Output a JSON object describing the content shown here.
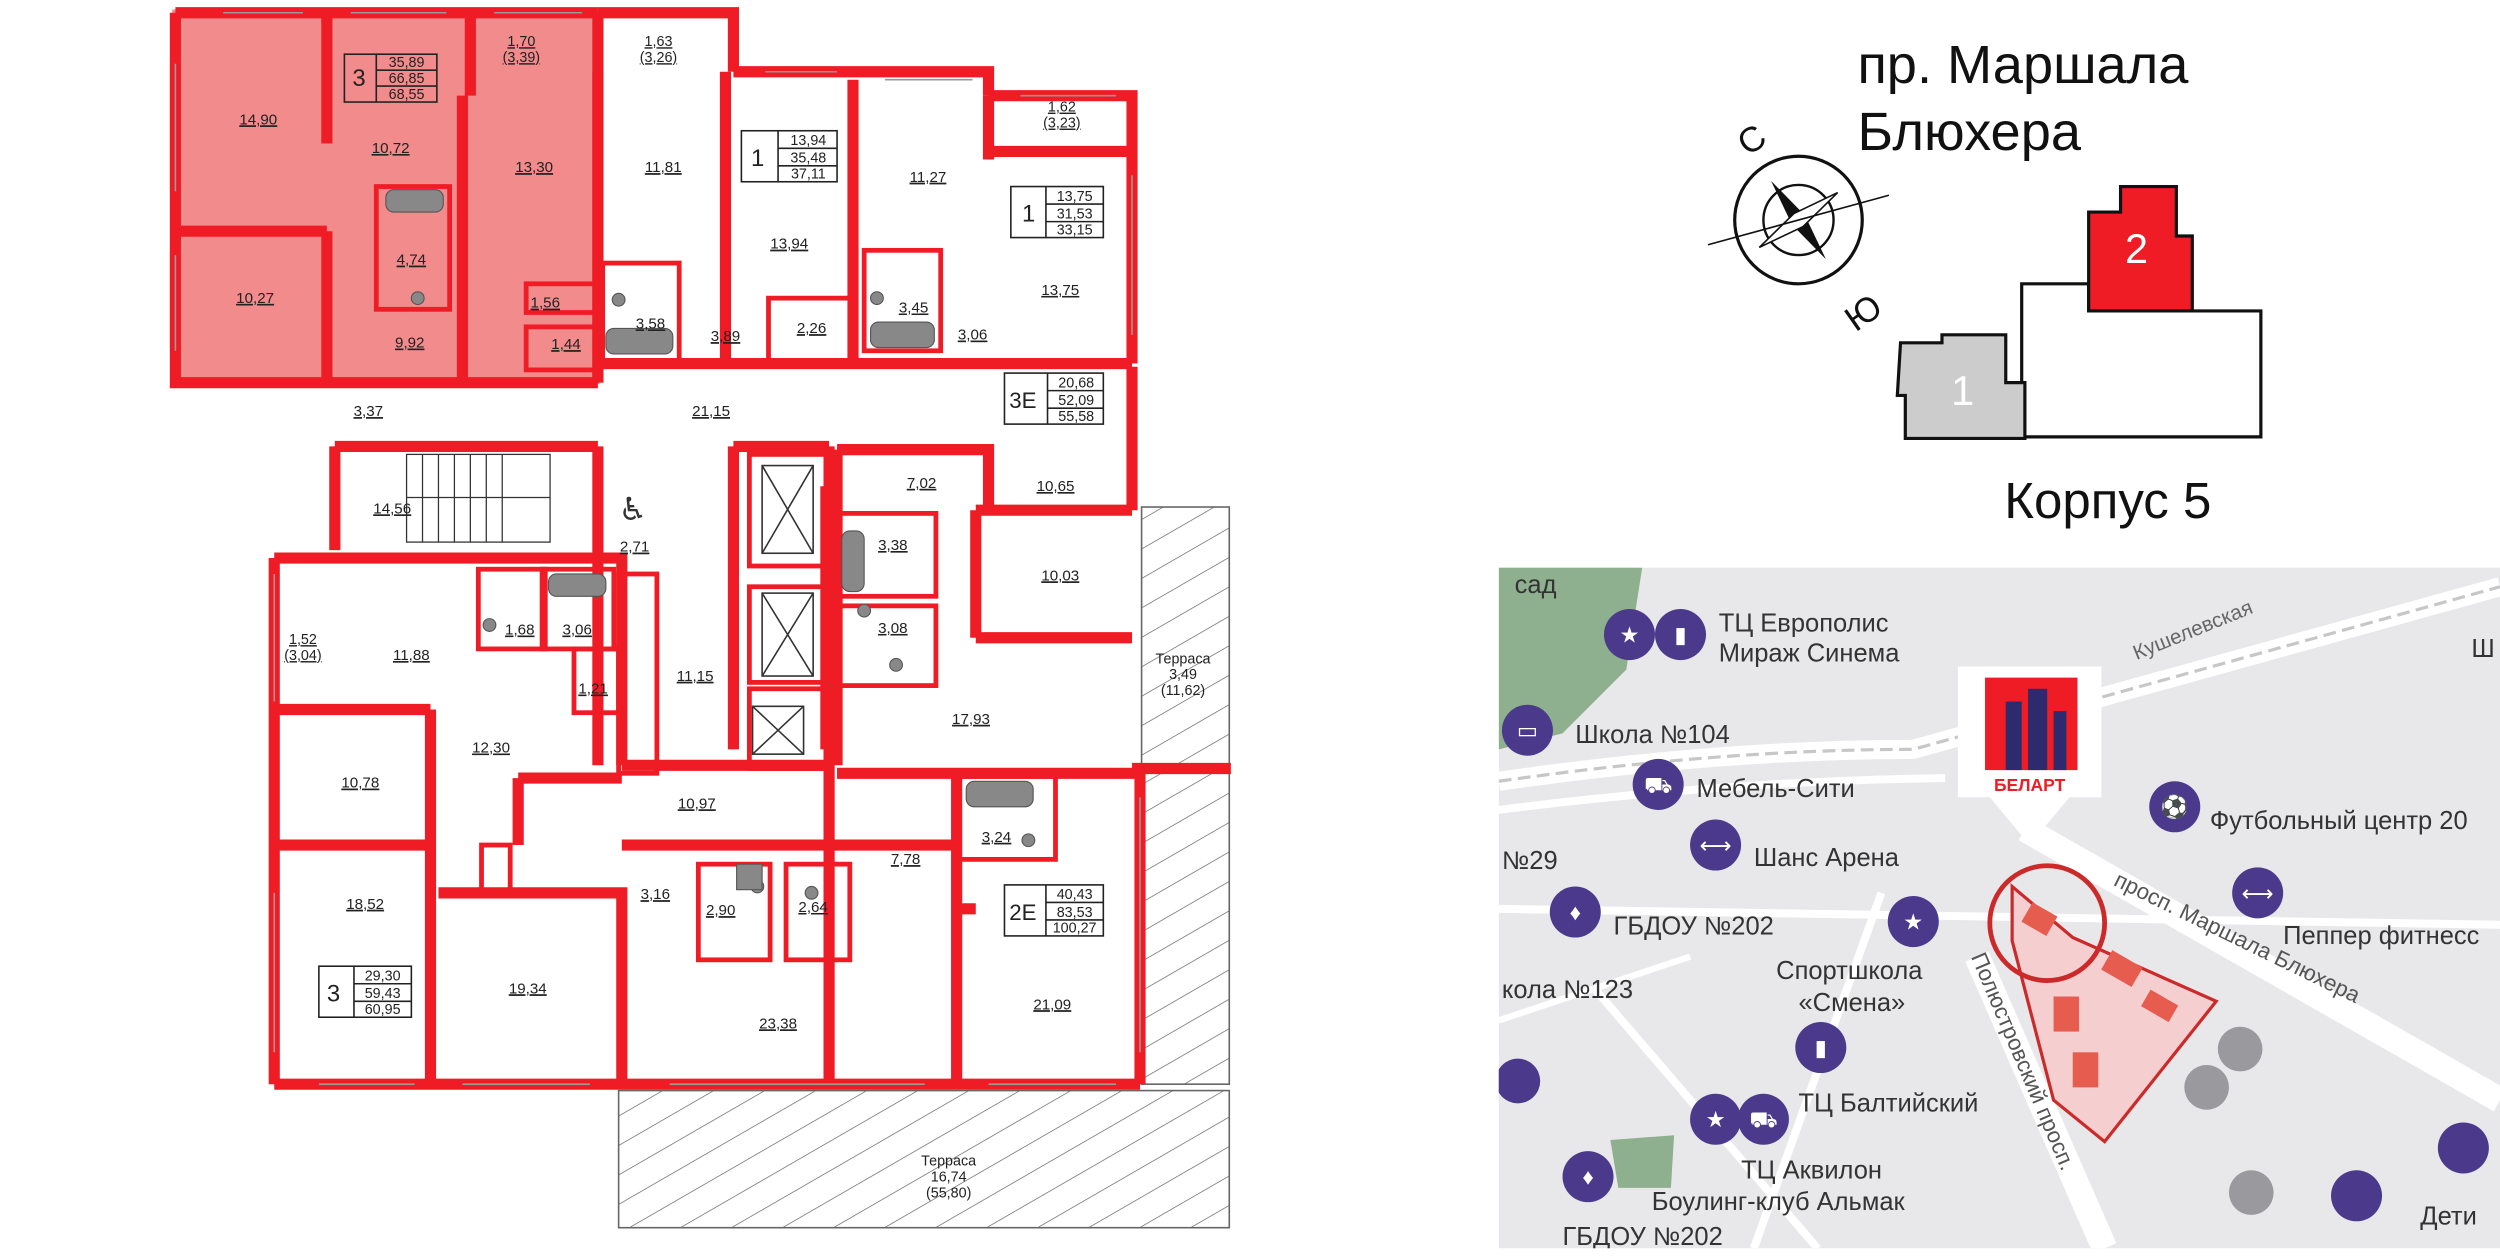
{
  "floor_plan": {
    "rooms": [
      {
        "id": "r1",
        "area": "14,90"
      },
      {
        "id": "r2",
        "area": "10,72"
      },
      {
        "id": "r3",
        "area": "13,30"
      },
      {
        "id": "r4",
        "area": "4,74"
      },
      {
        "id": "r5",
        "area": "10,27"
      },
      {
        "id": "r6",
        "area": "9,92"
      },
      {
        "id": "r7",
        "area": "1,56"
      },
      {
        "id": "r8",
        "area": "1,44"
      },
      {
        "id": "r9",
        "area": "1,70"
      },
      {
        "id": "r10",
        "area": "(3,39)"
      },
      {
        "id": "r11",
        "area": "1,63"
      },
      {
        "id": "r12",
        "area": "(3,26)"
      },
      {
        "id": "r13",
        "area": "11,81"
      },
      {
        "id": "r14",
        "area": "3,58"
      },
      {
        "id": "r15",
        "area": "3,89"
      },
      {
        "id": "r16",
        "area": "13,94"
      },
      {
        "id": "r17",
        "area": "2,26"
      },
      {
        "id": "r18",
        "area": "11,27"
      },
      {
        "id": "r19",
        "area": "3,45"
      },
      {
        "id": "r20",
        "area": "3,06"
      },
      {
        "id": "r21",
        "area": "1,62"
      },
      {
        "id": "r22",
        "area": "(3,23)"
      },
      {
        "id": "r23",
        "area": "13,75"
      },
      {
        "id": "r24",
        "area": "3,37"
      },
      {
        "id": "r25",
        "area": "21,15"
      },
      {
        "id": "r26",
        "area": "14,56"
      },
      {
        "id": "r27",
        "area": "2,71"
      },
      {
        "id": "r28",
        "area": "7,02"
      },
      {
        "id": "r29",
        "area": "10,65"
      },
      {
        "id": "r30",
        "area": "3,38"
      },
      {
        "id": "r31",
        "area": "10,03"
      },
      {
        "id": "r32",
        "area": "3,08"
      },
      {
        "id": "r33",
        "area": "1,68"
      },
      {
        "id": "r34",
        "area": "3,06"
      },
      {
        "id": "r35",
        "area": "11,88"
      },
      {
        "id": "r36",
        "area": "1,52"
      },
      {
        "id": "r37",
        "area": "(3,04)"
      },
      {
        "id": "r38",
        "area": "1,21"
      },
      {
        "id": "r39",
        "area": "11,15"
      },
      {
        "id": "r40",
        "area": "12,30"
      },
      {
        "id": "r41",
        "area": "17,93"
      },
      {
        "id": "r42",
        "area": "10,78"
      },
      {
        "id": "r43",
        "area": "10,97"
      },
      {
        "id": "r44",
        "area": "7,78"
      },
      {
        "id": "r45",
        "area": "3,24"
      },
      {
        "id": "r46",
        "area": "18,52"
      },
      {
        "id": "r47",
        "area": "3,16"
      },
      {
        "id": "r48",
        "area": "2,90"
      },
      {
        "id": "r49",
        "area": "2,64"
      },
      {
        "id": "r50",
        "area": "19,34"
      },
      {
        "id": "r51",
        "area": "23,38"
      },
      {
        "id": "r52",
        "area": "21,09"
      }
    ],
    "apartments": [
      {
        "id": "a3",
        "rooms": "3",
        "areas": [
          "35,89",
          "66,85",
          "68,55"
        ]
      },
      {
        "id": "a1a",
        "rooms": "1",
        "areas": [
          "13,94",
          "35,48",
          "37,11"
        ]
      },
      {
        "id": "a1b",
        "rooms": "1",
        "areas": [
          "13,75",
          "31,53",
          "33,15"
        ]
      },
      {
        "id": "a3e",
        "rooms": "3Е",
        "areas": [
          "20,68",
          "52,09",
          "55,58"
        ]
      },
      {
        "id": "a2e",
        "rooms": "2Е",
        "areas": [
          "40,43",
          "83,53",
          "100,27"
        ]
      },
      {
        "id": "a3b",
        "rooms": "3",
        "areas": [
          "29,30",
          "59,43",
          "60,95"
        ]
      }
    ],
    "terraces": [
      {
        "label": "Терраса",
        "area": "3,49",
        "total": "(11,62)"
      },
      {
        "label": "Терраса",
        "area": "16,74",
        "total": "(55,80)"
      }
    ],
    "accent_color": "#ef1c25",
    "highlight_color": "#f28b8b"
  },
  "site": {
    "street": "пр. Маршала\nБлюхера",
    "street_line1": "пр. Маршала",
    "street_line2": "Блюхера",
    "compass_north": "С",
    "compass_south": "Ю",
    "building_1": "1",
    "building_2": "2",
    "korpus": "Корпус 5"
  },
  "map": {
    "labels": {
      "sad": "сад",
      "europolis1": "ТЦ Европолис",
      "europolis2": "Мираж Синема",
      "kushelevskaya": "Кушелевская",
      "school104": "Школа №104",
      "mebel": "Мебель-Сити",
      "no29": "№29",
      "shans": "Шанс Арена",
      "gbdou202": "ГБДОУ №202",
      "sport1": "Спортшкола",
      "sport2": "«Смена»",
      "school123": "кола №123",
      "baltic": "ТЦ Балтийский",
      "akvilon1": "ТЦ Аквилон",
      "akvilon2": "Боулинг-клуб Альмак",
      "gbdou202b": "ГБДОУ №202",
      "football": "Футбольный центр 20",
      "pepper": "Пеппер фитнесс",
      "blyukhera": "просп. Маршала Блюхера",
      "polyustr": "Полюстровский просп.",
      "deti": "Дети",
      "sh": "Ш",
      "brand": "БЕЛАРТ"
    },
    "colors": {
      "poi": "#4b3a8c",
      "brand": "#ef1c25",
      "map_bg": "#e8e8ea",
      "road": "#ffffff"
    }
  }
}
